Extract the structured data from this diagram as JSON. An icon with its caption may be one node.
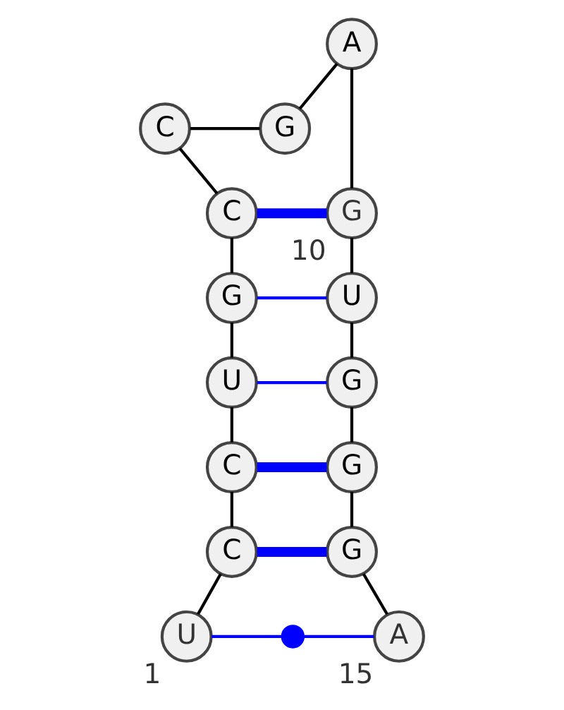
{
  "diagram": {
    "nodes": [
      {
        "text": [
          "U"
        ],
        "beside": [
          "1"
        ]
      },
      {
        "text": [
          "C"
        ]
      },
      {
        "text": [
          "C"
        ]
      },
      {
        "text": [
          "U"
        ]
      },
      {
        "text": [
          "G"
        ]
      },
      {
        "text": [
          "C"
        ]
      },
      {
        "text": [
          "C"
        ]
      },
      {
        "text": [
          "G"
        ]
      },
      {
        "text": [
          "A"
        ]
      },
      {
        "text": [
          "G"
        ],
        "beside": [
          "10"
        ]
      },
      {
        "text": [
          "U"
        ]
      },
      {
        "text": [
          "G"
        ]
      },
      {
        "text": [
          "G"
        ]
      },
      {
        "text": [
          "G"
        ]
      },
      {
        "text": [
          "A"
        ],
        "beside": [
          "15"
        ]
      },
      {
        "text": [],
        "shape": "circle"
      }
    ],
    "edges": [
      {
        "from": 0,
        "to": 1,
        "arrow": "none"
      },
      {
        "from": 1,
        "to": 2,
        "arrow": "none"
      },
      {
        "from": 2,
        "to": 3,
        "arrow": "none"
      },
      {
        "from": 3,
        "to": 4,
        "arrow": "none"
      },
      {
        "from": 4,
        "to": 5,
        "arrow": "none"
      },
      {
        "from": 5,
        "to": 6,
        "arrow": "none"
      },
      {
        "from": 6,
        "to": 7,
        "arrow": "none"
      },
      {
        "from": 7,
        "to": 8,
        "arrow": "none"
      },
      {
        "from": 8,
        "to": 9,
        "arrow": "none"
      },
      {
        "from": 9,
        "to": 10,
        "arrow": "none"
      },
      {
        "from": 10,
        "to": 11,
        "arrow": "none"
      },
      {
        "from": 11,
        "to": 12,
        "arrow": "none"
      },
      {
        "from": 12,
        "to": 13,
        "arrow": "none"
      },
      {
        "from": 13,
        "to": 14,
        "arrow": "none"
      },
      {
        "from": 5,
        "to": 9,
        "arrow": "none",
        "style": "thick",
        "color": "#0000ff"
      },
      {
        "from": 4,
        "to": 10,
        "arrow": "none",
        "color": "#0000ff"
      },
      {
        "from": 3,
        "to": 11,
        "arrow": "none",
        "color": "#0000ff"
      },
      {
        "from": 2,
        "to": 12,
        "arrow": "none",
        "style": "thick",
        "color": "#0000ff"
      },
      {
        "from": 1,
        "to": 13,
        "arrow": "none",
        "style": "thick",
        "color": "#0000ff"
      },
      {
        "from": 0,
        "to": 15,
        "arrow": "none",
        "color": "#0000ff"
      },
      {
        "from": 15,
        "to": 14,
        "arrow": "none",
        "color": "#0000ff"
      }
    ]
  }
}
